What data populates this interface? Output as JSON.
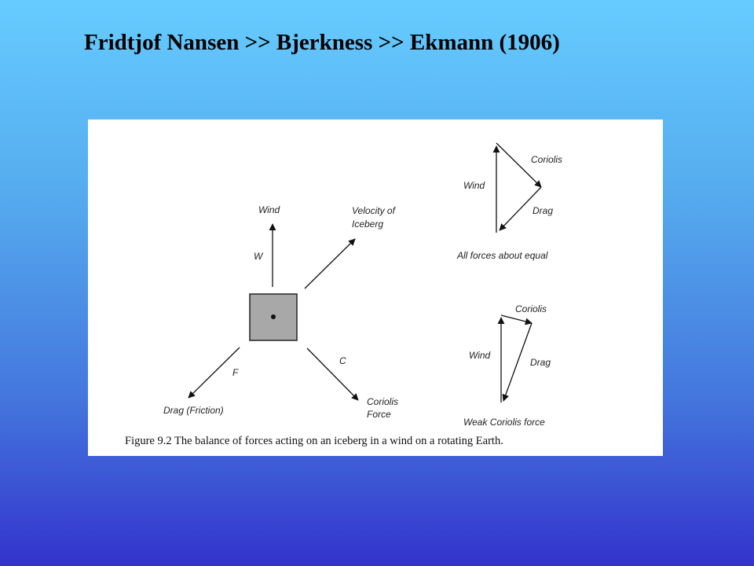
{
  "slide": {
    "title": "Fridtjof Nansen >> Bjerkness >> Ekmann (1906)"
  },
  "figure": {
    "main": {
      "wind": "Wind",
      "wind_symbol": "W",
      "velocity_line1": "Velocity of",
      "velocity_line2": "Iceberg",
      "friction_symbol": "F",
      "drag": "Drag (Friction)",
      "coriolis_symbol": "C",
      "coriolis_line1": "Coriolis",
      "coriolis_line2": "Force"
    },
    "triangle_equal": {
      "wind": "Wind",
      "coriolis": "Coriolis",
      "drag": "Drag",
      "caption": "All forces about equal"
    },
    "triangle_weak": {
      "wind": "Wind",
      "coriolis": "Coriolis",
      "drag": "Drag",
      "caption": "Weak Coriolis force"
    },
    "caption": "Figure 9.2 The balance of forces acting on an iceberg in a wind on a rotating Earth."
  }
}
